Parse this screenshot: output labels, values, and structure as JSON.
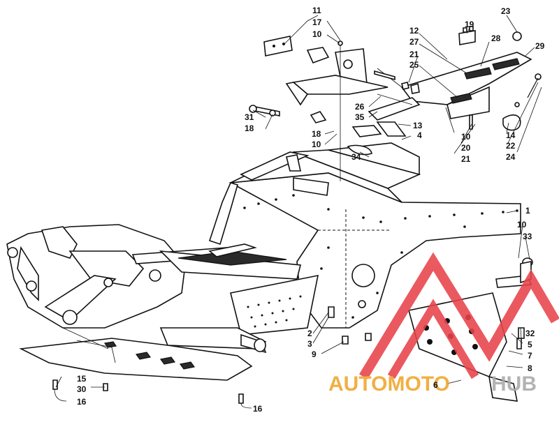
{
  "callouts": {
    "c1": "1",
    "c2": "2",
    "c3": "3",
    "c4": "4",
    "c5": "5",
    "c6": "6",
    "c7": "7",
    "c8": "8",
    "c9": "9",
    "c10a": "10",
    "c10b": "10",
    "c10c": "10",
    "c10d": "10",
    "c11": "11",
    "c12": "12",
    "c13": "13",
    "c14": "14",
    "c15": "15",
    "c16a": "16",
    "c16b": "16",
    "c17": "17",
    "c18a": "18",
    "c18b": "18",
    "c19": "19",
    "c20": "20",
    "c21a": "21",
    "c21b": "21",
    "c22": "22",
    "c23": "23",
    "c24": "24",
    "c25": "25",
    "c26": "26",
    "c27": "27",
    "c28": "28",
    "c29": "29",
    "c30": "30",
    "c31": "31",
    "c32": "32",
    "c33": "33",
    "c34": "34",
    "c35": "35"
  },
  "watermark": {
    "text_a": "AUTOMOTO",
    "text_b": "HUB",
    "color_primary": "#f0a52a",
    "color_secondary": "#a9a9a9",
    "color_logo": "#e8434a"
  }
}
